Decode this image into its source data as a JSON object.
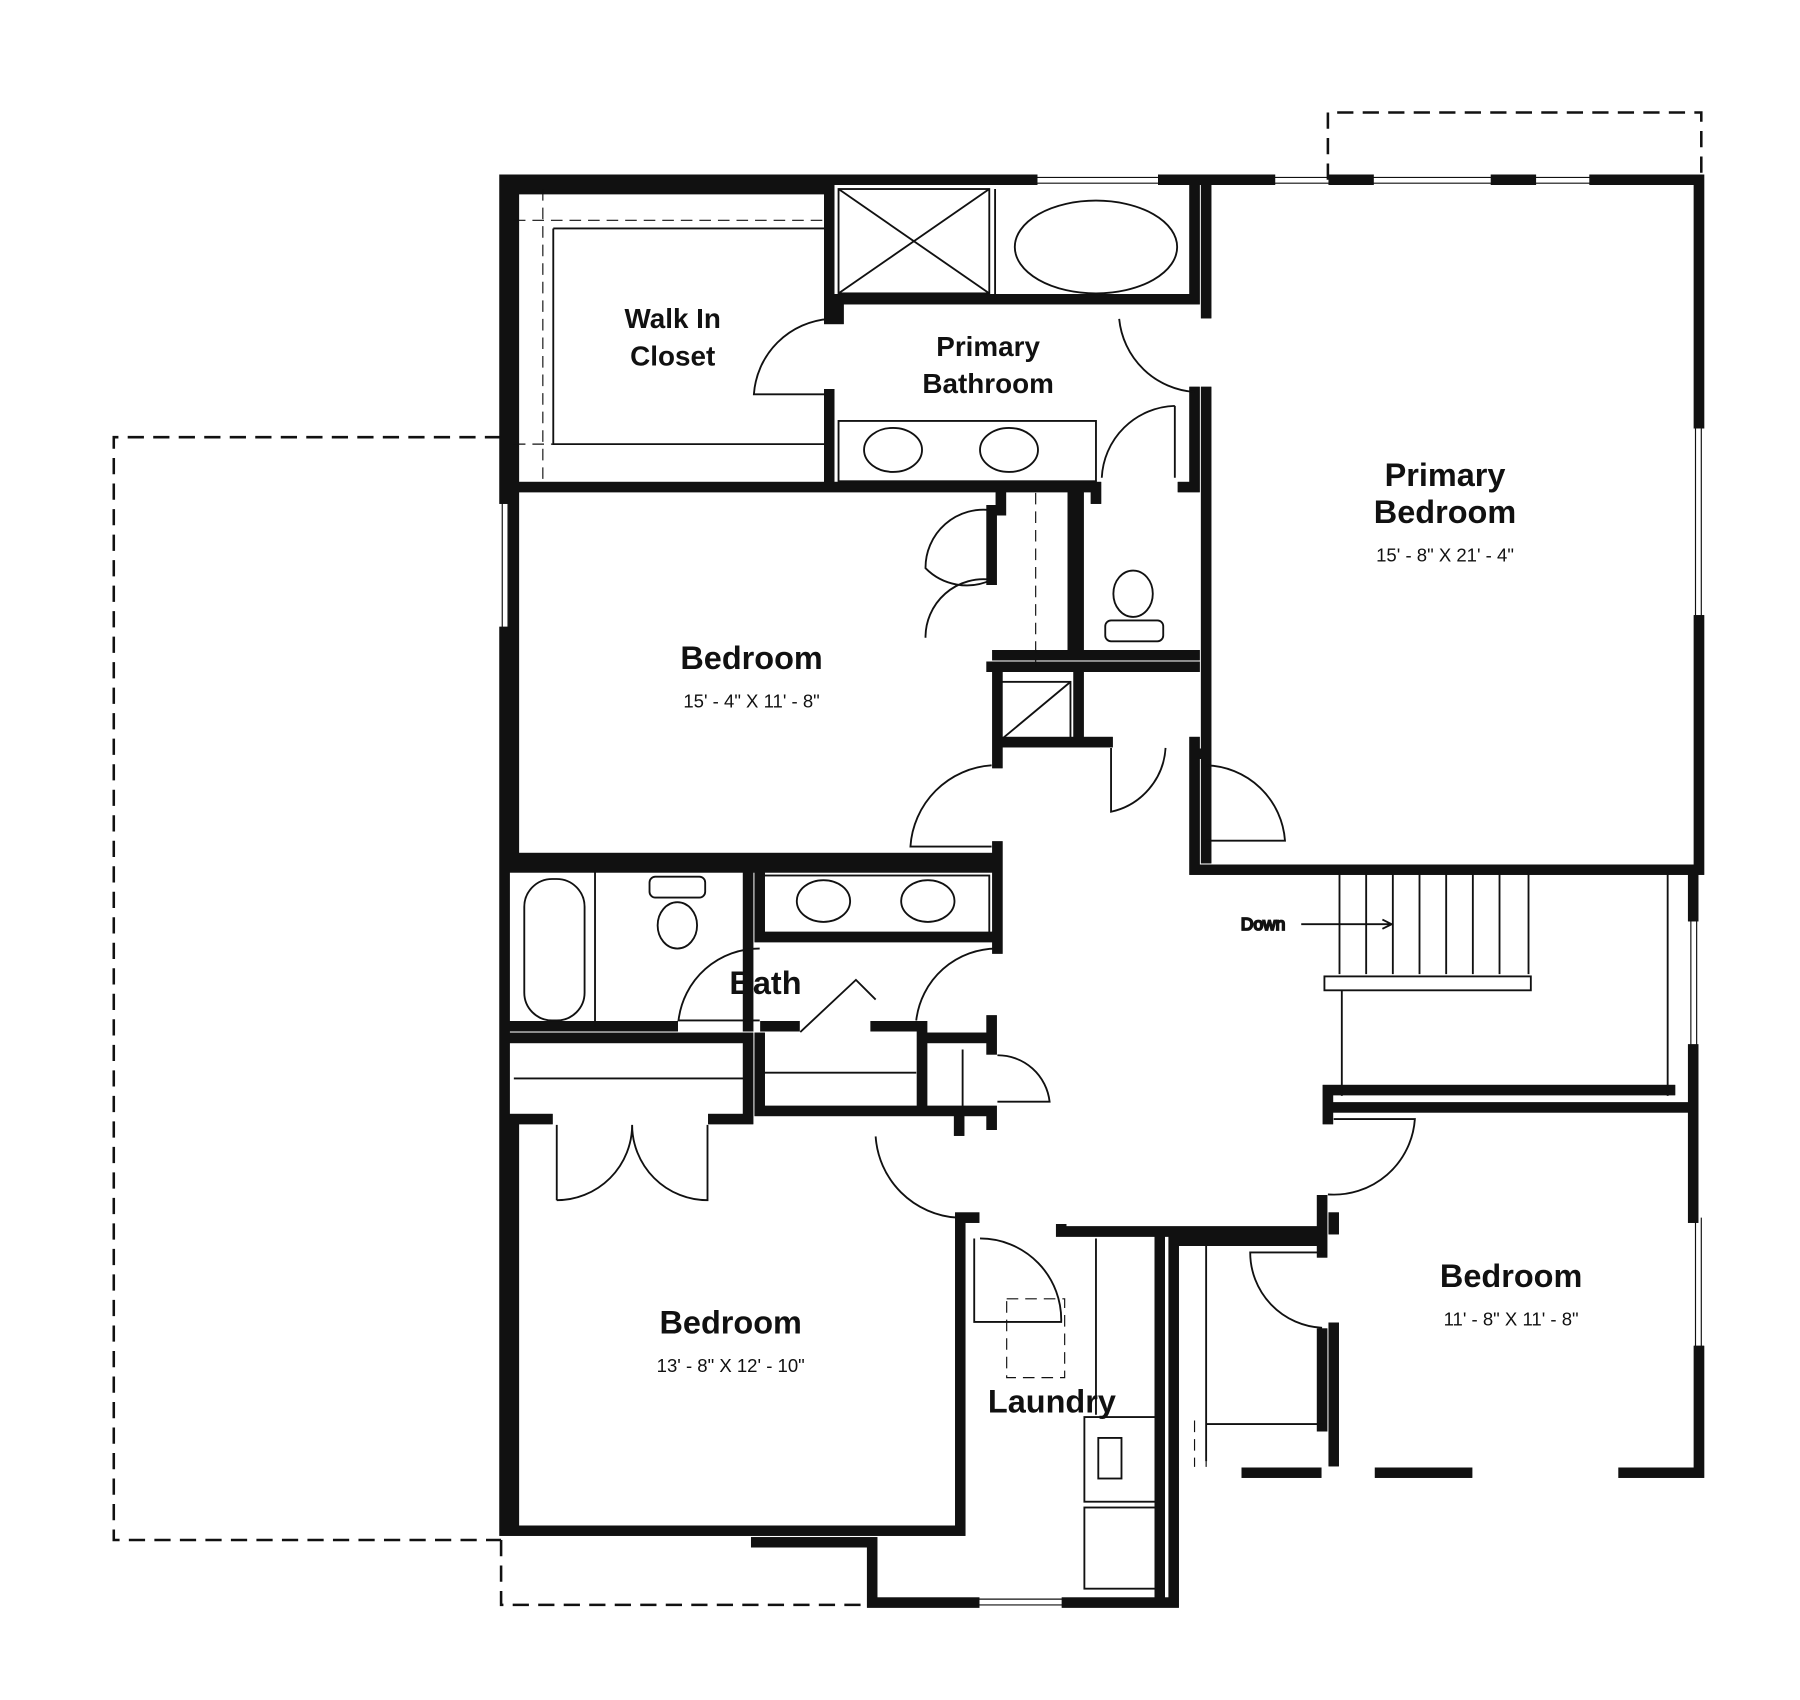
{
  "rooms": {
    "walk_in_closet": {
      "line1": "Walk In",
      "line2": "Closet"
    },
    "primary_bathroom": {
      "line1": "Primary",
      "line2": "Bathroom"
    },
    "primary_bedroom": {
      "line1": "Primary",
      "line2": "Bedroom",
      "dimensions": "15' - 8\"  X  21' - 4\""
    },
    "bedroom_upper_left": {
      "name": "Bedroom",
      "dimensions": "15' - 4\"  X  11' - 8\""
    },
    "bath": {
      "name": "Bath"
    },
    "bedroom_lower_left": {
      "name": "Bedroom",
      "dimensions": "13' - 8\"  X  12' - 10\""
    },
    "laundry": {
      "name": "Laundry"
    },
    "bedroom_lower_right": {
      "name": "Bedroom",
      "dimensions": "11' - 8\"  X  11' - 8\""
    }
  },
  "stairs": {
    "label": "Down"
  }
}
